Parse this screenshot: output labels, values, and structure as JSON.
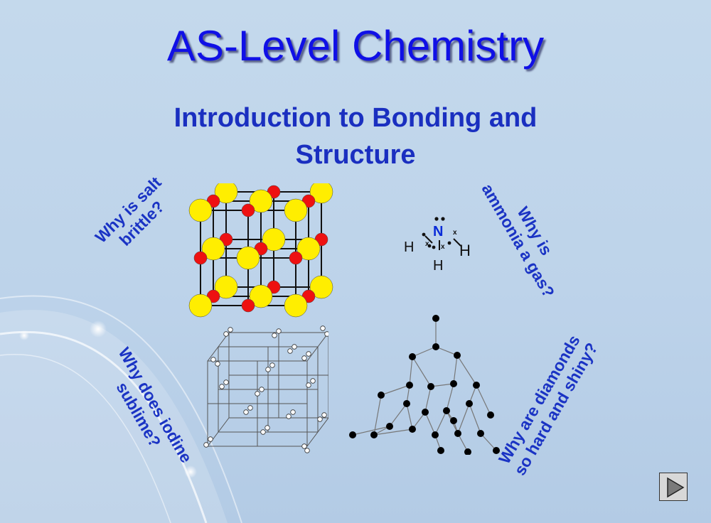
{
  "slide": {
    "title": "AS-Level Chemistry",
    "subtitle_line1": "Introduction to Bonding and",
    "subtitle_line2": "Structure",
    "questions": {
      "salt": [
        "Why is salt",
        "brittle?"
      ],
      "ammonia": [
        "Why is",
        "ammonia a gas?"
      ],
      "iodine": [
        "Why does iodine",
        "sublime?"
      ],
      "diamond": [
        "Why are diamonds",
        "so hard and shiny?"
      ]
    },
    "ammonia_labels": {
      "n": "N",
      "h_left": "H",
      "h_right": "H",
      "h_bottom": "H",
      "cross": "x"
    },
    "colors": {
      "title": "#1010e6",
      "subtitle": "#1a2fc0",
      "sodium": "#ffee00",
      "chloride": "#ee1111",
      "nitrogen": "#0a2bd8"
    },
    "icons": {
      "next": "play-triangle-icon"
    }
  }
}
